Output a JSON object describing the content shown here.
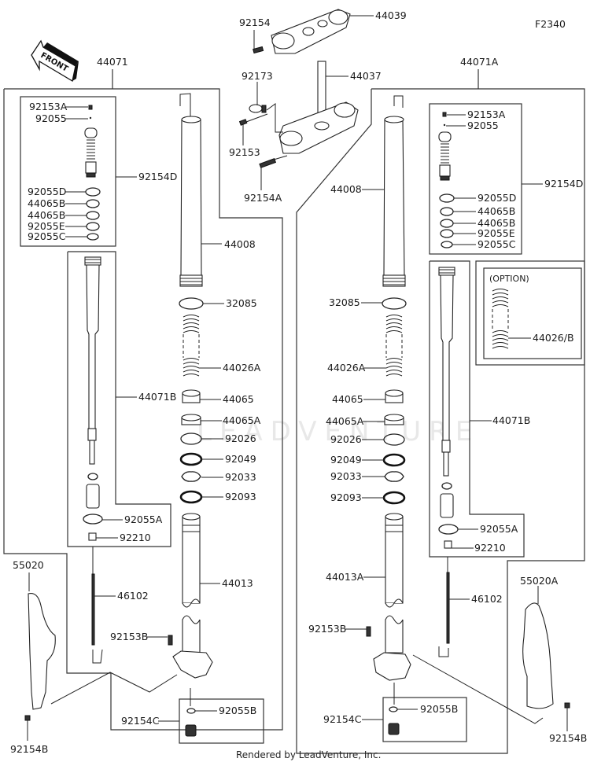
{
  "diagram": {
    "figure_code": "F2340",
    "front_label": "FRONT",
    "footer": "Rendered by LeadVenture, Inc.",
    "watermark": "LEADVENTURE",
    "option_label": "(OPTION)",
    "top": {
      "upper_clamp": "44039",
      "upper_clamp_bolt": "92154",
      "steering_stem": "44037",
      "clamp": "92173",
      "clamp_bolt": "92153",
      "lower_clamp_bolt": "92154A"
    },
    "left_fork": {
      "assembly": "44071",
      "cap_assembly": "92154D",
      "cap_parts": [
        "92153A",
        "92055",
        "92055D",
        "44065B",
        "44065B",
        "92055E",
        "92055C"
      ],
      "outer_tube": "44008",
      "ring": "32085",
      "spring": "44026A",
      "bushing": "44065",
      "bushing_b": "44065A",
      "washer": "92026",
      "oil_seal": "92049",
      "circlip": "92033",
      "dust_seal": "92093",
      "cartridge": "44071B",
      "cartridge_oring": "92055A",
      "cartridge_bolt": "92210",
      "inner_tube": "44013",
      "rod": "46102",
      "axle_bolt": "92153B",
      "bottom_assembly": "92154C",
      "bottom_oring": "92055B",
      "guard": "55020",
      "guard_bolt": "92154B"
    },
    "right_fork": {
      "assembly": "44071A",
      "cap_assembly": "92154D",
      "cap_parts": [
        "92153A",
        "92055",
        "92055D",
        "44065B",
        "44065B",
        "92055E",
        "92055C"
      ],
      "outer_tube": "44008",
      "ring": "32085",
      "spring": "44026A",
      "option_spring": "44026/B",
      "bushing": "44065",
      "bushing_b": "44065A",
      "washer": "92026",
      "oil_seal": "92049",
      "circlip": "92033",
      "dust_seal": "92093",
      "cartridge": "44071B",
      "cartridge_oring": "92055A",
      "cartridge_bolt": "92210",
      "inner_tube": "44013A",
      "rod": "46102",
      "axle_bolt": "92153B",
      "bottom_assembly": "92154C",
      "bottom_oring": "92055B",
      "guard": "55020A",
      "guard_bolt": "92154B"
    }
  }
}
